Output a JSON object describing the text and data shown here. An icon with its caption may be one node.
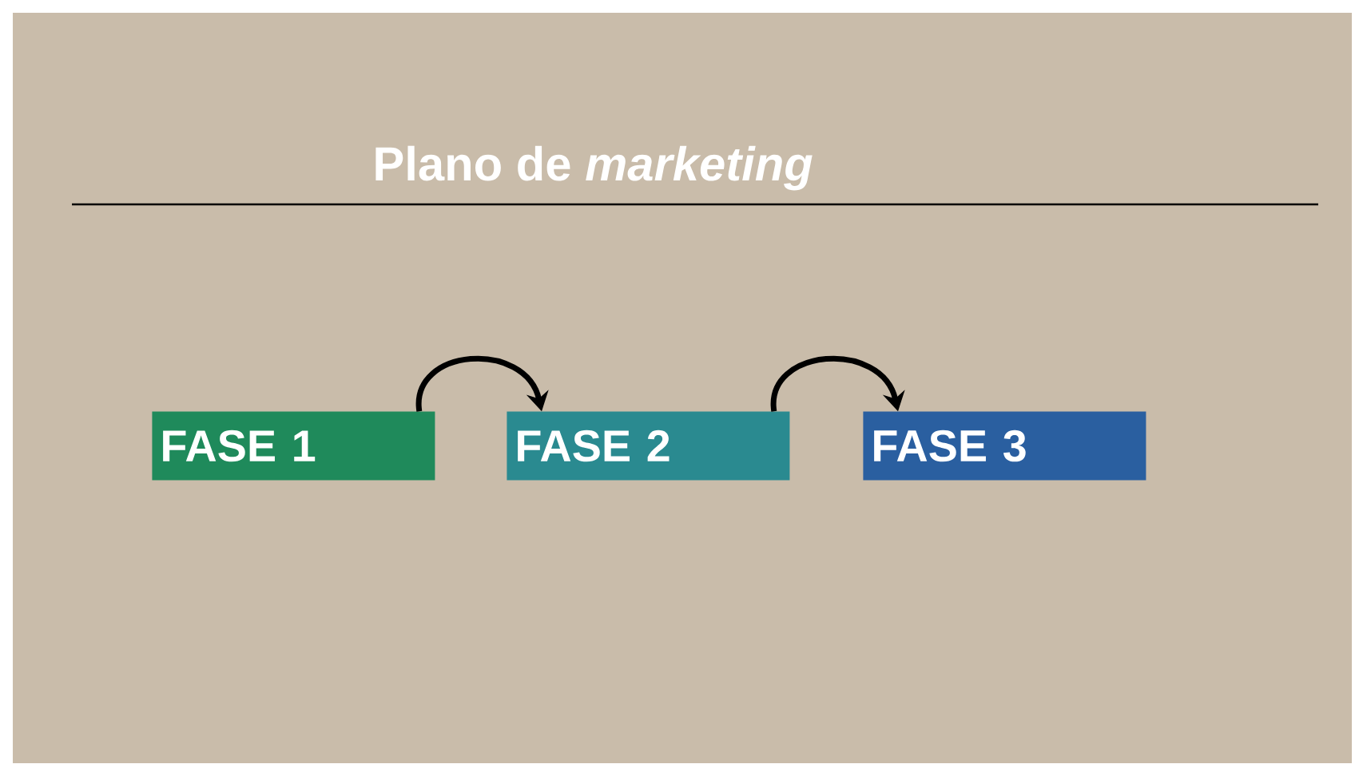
{
  "diagram": {
    "title": "Plano de *marketing*",
    "nodes": [
      {
        "text": [
          "FASE 1"
        ]
      },
      {
        "text": [
          "FASE 2"
        ]
      },
      {
        "text": [
          "FASE 3"
        ]
      }
    ],
    "edges": [
      {
        "from": 0,
        "to": 1,
        "arrow": "to"
      },
      {
        "from": 1,
        "to": 2,
        "arrow": "to"
      }
    ]
  }
}
